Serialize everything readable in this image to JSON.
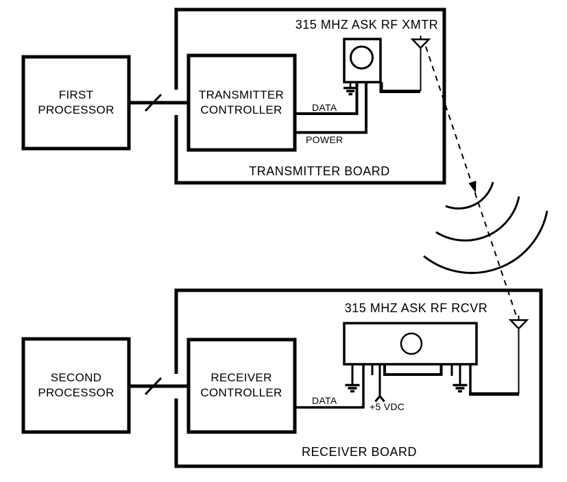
{
  "diagram": {
    "colors": {
      "line": "#000000",
      "background": "#ffffff"
    },
    "transmitter_board": {
      "label": "TRANSMITTER BOARD",
      "module_title": "315 MHZ ASK RF XMTR",
      "controller_label": "TRANSMITTER CONTROLLER",
      "data_label": "DATA",
      "power_label": "POWER"
    },
    "receiver_board": {
      "label": "RECEIVER BOARD",
      "module_title": "315 MHZ ASK RF RCVR",
      "controller_label": "RECEIVER CONTROLLER",
      "data_label": "DATA",
      "supply_label": "+5 VDC"
    },
    "first_processor_label": "FIRST PROCESSOR",
    "second_processor_label": "SECOND PROCESSOR"
  }
}
